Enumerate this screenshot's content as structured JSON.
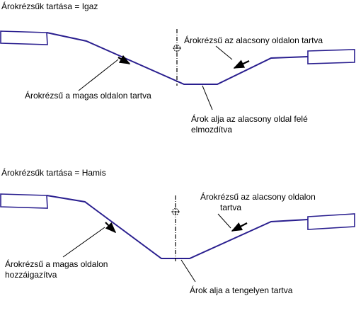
{
  "colors": {
    "profile": "#2a1f8f",
    "ink": "#000000",
    "background": "#ffffff"
  },
  "top_panel": {
    "title": "Árokrézsűk tartása = Igaz",
    "label_high_side": "Árokrézsű a magas oldalon tartva",
    "label_low_side": "Árokrézsű az alacsony oldalon tartva",
    "label_bottom_line1": "Árok alja az alacsony oldal felé",
    "label_bottom_line2": "elmozdítva"
  },
  "bottom_panel": {
    "title": "Árokrézsűk tartása = Hamis",
    "label_high_side_line1": "Árokrézsű a magas oldalon",
    "label_high_side_line2": "hozzáigazítva",
    "label_low_side_line1": "Árokrézsű az alacsony oldalon",
    "label_low_side_line2": "tartva",
    "label_bottom": "Árok alja a tengelyen tartva"
  },
  "icons": [
    "alignment-target-icon",
    "alignment-target-icon",
    "arrow-icon",
    "arrow-icon",
    "arrow-icon",
    "arrow-icon"
  ]
}
